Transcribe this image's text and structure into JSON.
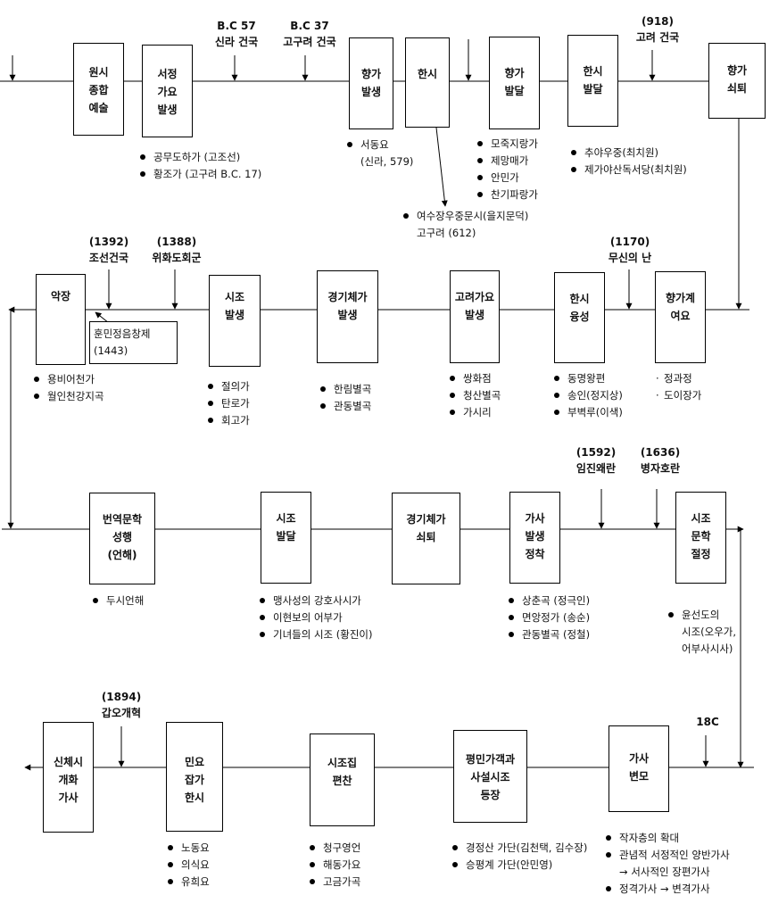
{
  "rows": [
    {
      "boxes": [
        {
          "id": "r1b1",
          "lines": [
            "원시",
            "종합",
            "예술"
          ]
        },
        {
          "id": "r1b2",
          "lines": [
            "서정",
            "가요",
            "발생"
          ]
        },
        {
          "id": "r1b3",
          "lines": [
            "향가",
            "발생"
          ]
        },
        {
          "id": "r1b4",
          "lines": [
            "한시"
          ]
        },
        {
          "id": "r1b5",
          "lines": [
            "향가",
            "발달"
          ]
        },
        {
          "id": "r1b6",
          "lines": [
            "한시",
            "발달"
          ]
        },
        {
          "id": "r1b7",
          "lines": [
            "향가",
            "쇠퇴"
          ]
        }
      ],
      "events": [
        {
          "id": "r1e1",
          "lines": [
            "B.C 57",
            "신라 건국"
          ]
        },
        {
          "id": "r1e2",
          "lines": [
            "B.C 37",
            "고구려 건국"
          ]
        },
        {
          "id": "r1e3",
          "lines": [
            "(918)",
            "고려 건국"
          ]
        }
      ],
      "notes": [
        {
          "id": "r1n1",
          "items": [
            "공무도하가 (고조선)",
            "황조가 (고구려 B.C. 17)"
          ]
        },
        {
          "id": "r1n2",
          "items": [
            "서동요"
          ],
          "sub": "(신라, 579)"
        },
        {
          "id": "r1n3",
          "items": [
            "여수장우중문시(을지문덕)"
          ],
          "sub": "고구려 (612)"
        },
        {
          "id": "r1n4",
          "items": [
            "모죽지랑가",
            "제망매가",
            "안민가",
            "찬기파랑가"
          ]
        },
        {
          "id": "r1n5",
          "items": [
            "추야우중(최치원)",
            "제가야산독서당(최치원)"
          ]
        }
      ]
    },
    {
      "boxes": [
        {
          "id": "r2b1",
          "lines": [
            "악장"
          ]
        },
        {
          "id": "r2b2",
          "lines": [
            "시조",
            "발생"
          ]
        },
        {
          "id": "r2b3",
          "lines": [
            "경기체가",
            "발생"
          ]
        },
        {
          "id": "r2b4",
          "lines": [
            "고려가요",
            "발생"
          ]
        },
        {
          "id": "r2b5",
          "lines": [
            "한시",
            "융성"
          ]
        },
        {
          "id": "r2b6",
          "lines": [
            "향가계",
            "여요"
          ]
        }
      ],
      "events": [
        {
          "id": "r2e1",
          "lines": [
            "(1392)",
            "조선건국"
          ]
        },
        {
          "id": "r2e2",
          "lines": [
            "(1388)",
            "위화도회군"
          ]
        },
        {
          "id": "r2e3",
          "lines": [
            "(1170)",
            "무신의 난"
          ]
        }
      ],
      "hangul": {
        "line1": "훈민정음창제",
        "line2": "(1443)"
      },
      "notes": [
        {
          "id": "r2n1",
          "items": [
            "용비어천가",
            "월인천강지곡"
          ]
        },
        {
          "id": "r2n2",
          "items": [
            "절의가",
            "탄로가",
            "회고가"
          ]
        },
        {
          "id": "r2n3",
          "items": [
            "한림별곡",
            "관동별곡"
          ]
        },
        {
          "id": "r2n4",
          "items": [
            "쌍화점",
            "청산별곡",
            "가시리"
          ]
        },
        {
          "id": "r2n5",
          "items": [
            "동명왕편",
            "송인(정지상)",
            "부벽루(이색)"
          ]
        },
        {
          "id": "r2n6",
          "items": [
            "정과정",
            "도이장가"
          ],
          "style": "dash"
        }
      ]
    },
    {
      "boxes": [
        {
          "id": "r3b1",
          "lines": [
            "번역문학",
            "성행",
            "(언해)"
          ]
        },
        {
          "id": "r3b2",
          "lines": [
            "시조",
            "발달"
          ]
        },
        {
          "id": "r3b3",
          "lines": [
            "경기체가",
            "쇠퇴"
          ]
        },
        {
          "id": "r3b4",
          "lines": [
            "가사",
            "발생",
            "정착"
          ]
        },
        {
          "id": "r3b5",
          "lines": [
            "시조",
            "문학",
            "절정"
          ]
        }
      ],
      "events": [
        {
          "id": "r3e1",
          "lines": [
            "(1592)",
            "임진왜란"
          ]
        },
        {
          "id": "r3e2",
          "lines": [
            "(1636)",
            "병자호란"
          ]
        }
      ],
      "notes": [
        {
          "id": "r3n1",
          "items": [
            "두시언해"
          ]
        },
        {
          "id": "r3n2",
          "items": [
            "맹사성의 강호사시가",
            "이현보의 어부가",
            "기녀들의 시조 (황진이)"
          ]
        },
        {
          "id": "r3n3",
          "items": [
            "상춘곡 (정극인)",
            "면앙정가 (송순)",
            "관동별곡 (정철)"
          ]
        },
        {
          "id": "r3n4",
          "items": [
            "윤선도의"
          ],
          "sub2": [
            "시조(오우가,",
            "어부사시사)"
          ]
        }
      ]
    },
    {
      "boxes": [
        {
          "id": "r4b1",
          "lines": [
            "신체시",
            "개화",
            "가사"
          ]
        },
        {
          "id": "r4b2",
          "lines": [
            "민요",
            "잡가",
            "한시"
          ]
        },
        {
          "id": "r4b3",
          "lines": [
            "시조집",
            "편찬"
          ]
        },
        {
          "id": "r4b4",
          "lines": [
            "평민가객과",
            "사설시조",
            "등장"
          ]
        },
        {
          "id": "r4b5",
          "lines": [
            "가사",
            "변모"
          ]
        }
      ],
      "events": [
        {
          "id": "r4e1",
          "lines": [
            "(1894)",
            "갑오개혁"
          ]
        },
        {
          "id": "r4e2",
          "lines": [
            "18C"
          ]
        }
      ],
      "notes": [
        {
          "id": "r4n1",
          "items": [
            "노동요",
            "의식요",
            "유희요"
          ]
        },
        {
          "id": "r4n2",
          "items": [
            "청구영언",
            "해동가요",
            "고금가곡"
          ]
        },
        {
          "id": "r4n3",
          "items": [
            "경정산 가단(김천택, 김수장)",
            "승평계 가단(안민영)"
          ]
        },
        {
          "id": "r4n4",
          "items": [
            "작자층의 확대",
            "관념적 서정적인 양반가사"
          ],
          "mid": "→ 서사적인 장편가사",
          "tail": [
            "정격가사 → 변격가사"
          ]
        }
      ]
    }
  ]
}
